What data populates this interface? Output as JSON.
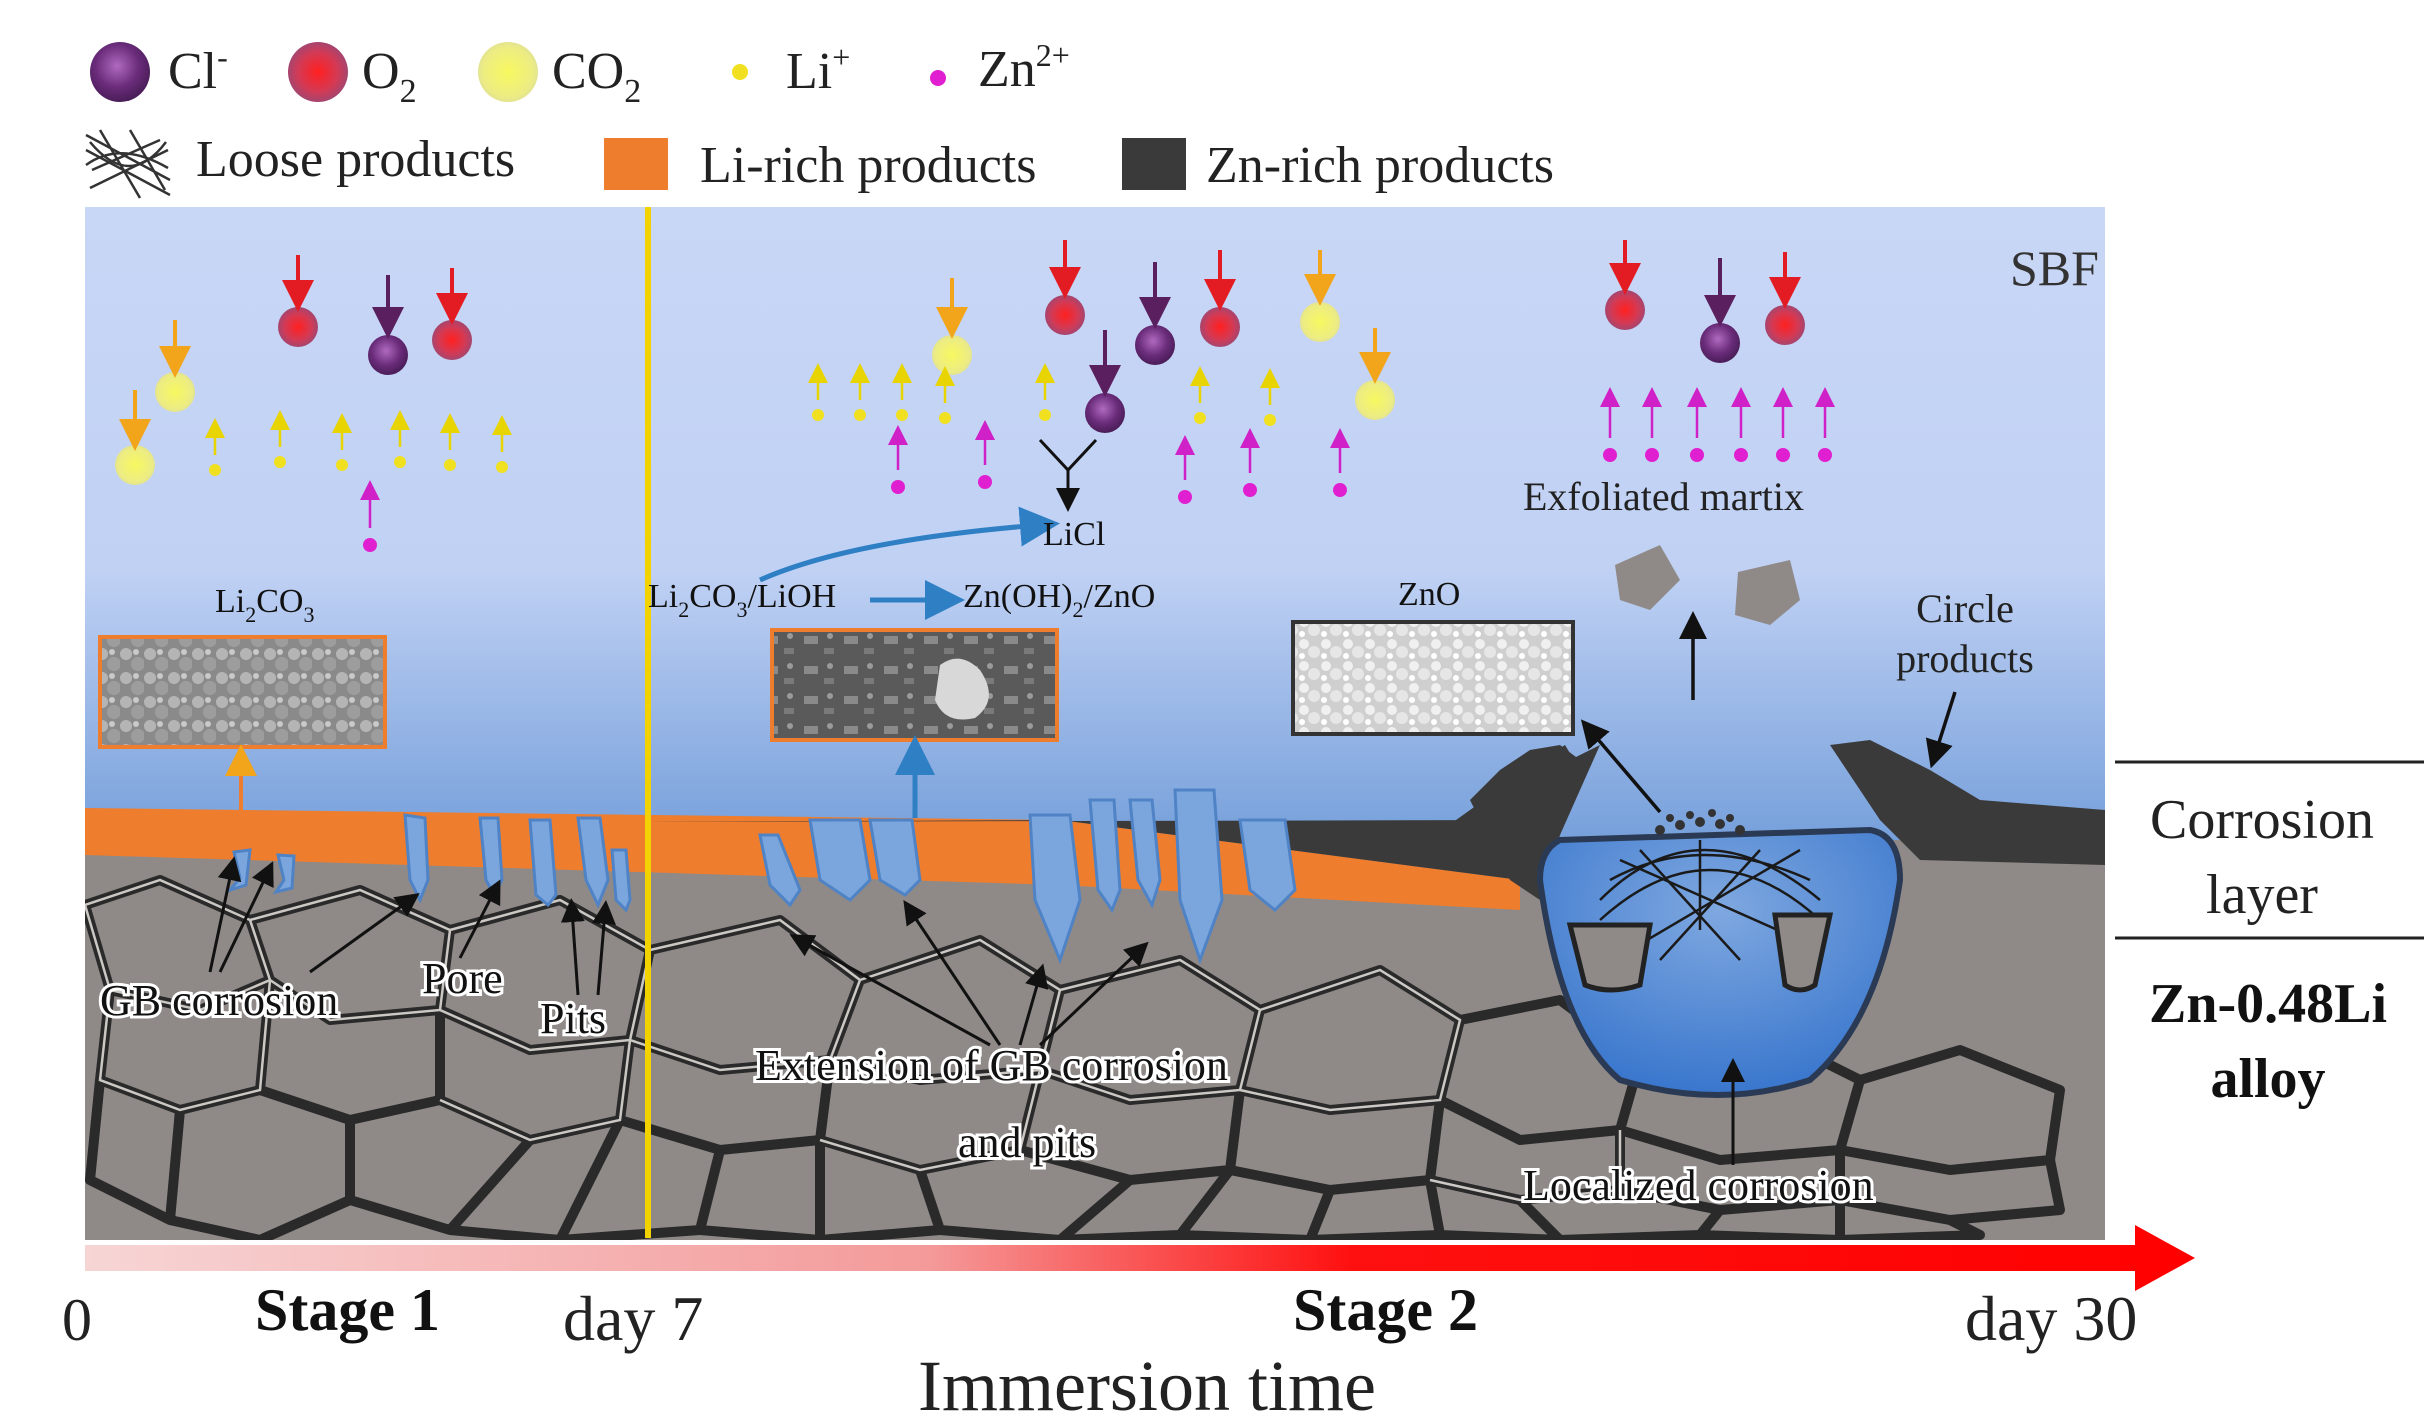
{
  "legend": {
    "cl": "Cl",
    "cl_sup": "-",
    "o2": "O",
    "o2_sub": "2",
    "co2": "CO",
    "co2_sub": "2",
    "li": "Li",
    "li_sup": "+",
    "zn": "Zn",
    "zn_sup": "2+",
    "loose": "Loose products",
    "li_rich": "Li-rich products",
    "zn_rich": "Zn-rich products"
  },
  "colors": {
    "cl": "#6a2c7a",
    "o2": "#e0202a",
    "co2": "#e8e860",
    "li": "#f0e020",
    "zn": "#e020d0",
    "li_rich": "#ef7d2e",
    "zn_rich": "#3a3a3a",
    "matrix": "#8f8a87",
    "stage_line": "#f2d300",
    "arrow": "#ff1a1a",
    "flow_arrow": "#2f7fc4"
  },
  "labels": {
    "sbf": "SBF",
    "li2co3": "Li",
    "li2co3_sub1": "2",
    "li2co3_mid": "CO",
    "li2co3_sub2": "3",
    "stage2_reactant": "Li",
    "stage2_reactant_sub1": "2",
    "stage2_reactant_mid": "CO",
    "stage2_reactant_sub2": "3",
    "stage2_reactant_tail": "/LiOH",
    "licl": "LiCl",
    "znoh": "Zn(OH)",
    "znoh_sub": "2",
    "znoh_tail": "/ZnO",
    "zno": "ZnO",
    "exfoliated": "Exfoliated martix",
    "circle_products_1": "Circle",
    "circle_products_2": "products",
    "gb_corrosion": "GB corrosion",
    "pore": "Pore",
    "pits": "Pits",
    "extension_1": "Extension of GB corrosion",
    "extension_2": "and pits",
    "localized": "Localized corrosion",
    "corrosion_layer_1": "Corrosion",
    "corrosion_layer_2": "layer",
    "alloy_1": "Zn-0.48Li",
    "alloy_2": "alloy"
  },
  "timeline": {
    "start": "0",
    "stage1": "Stage 1",
    "day7": "day 7",
    "stage2": "Stage 2",
    "day30": "day 30",
    "axis_title": "Immersion time"
  }
}
